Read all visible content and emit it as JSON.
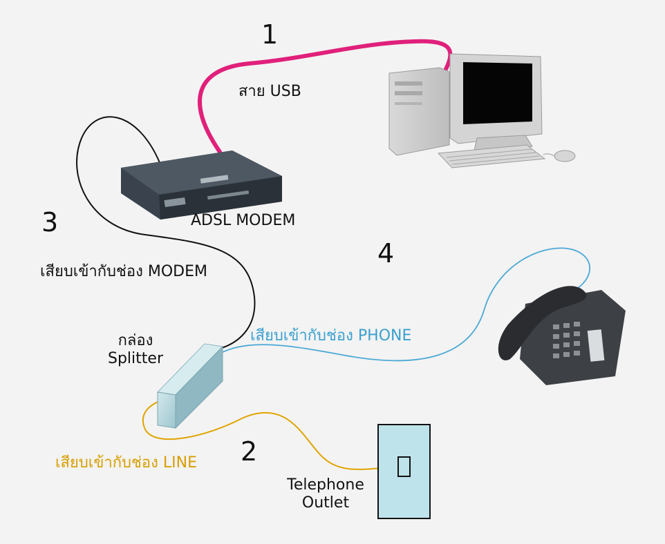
{
  "steps": {
    "one": "1",
    "two": "2",
    "three": "3",
    "four": "4"
  },
  "labels": {
    "usb_cable": "สาย USB",
    "modem": "ADSL MODEM",
    "to_modem_port": "เสียบเข้ากับช่อง MODEM",
    "splitter_line1": "กล่อง",
    "splitter_line2": "Splitter",
    "to_phone_port": "เสียบเข้ากับช่อง PHONE",
    "to_line_port": "เสียบเข้ากับช่อง LINE",
    "outlet_line1": "Telephone",
    "outlet_line2": "Outlet"
  },
  "colors": {
    "background": "#f3f3f3",
    "usb_cable": "#e0207a",
    "modem_cable": "#111111",
    "phone_cable": "#4aa8d6",
    "line_cable": "#e0a400",
    "phone_label": "#3aa0d0",
    "line_label": "#d89e00",
    "splitter": "#b9d9e0",
    "outlet": "#bfe3ea"
  },
  "icons": [
    "usb-cable",
    "adsl-modem-icon",
    "computer-icon",
    "splitter-box-icon",
    "telephone-icon",
    "telephone-outlet-icon"
  ]
}
